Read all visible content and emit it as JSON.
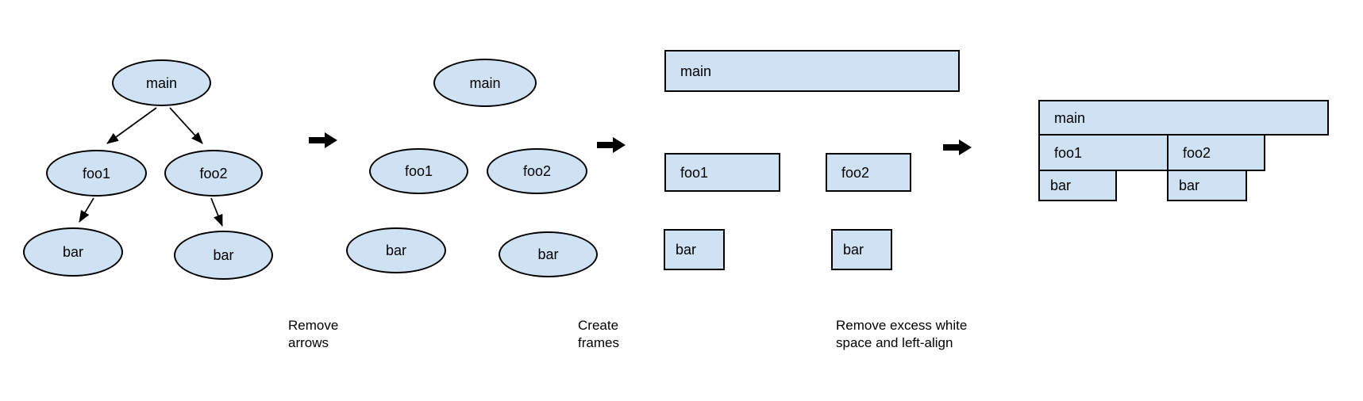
{
  "stages": [
    {
      "name": "call-tree-with-arrows",
      "node_shape": "ellipse",
      "nodes": [
        {
          "label": "main"
        },
        {
          "label": "foo1"
        },
        {
          "label": "foo2"
        },
        {
          "label": "bar"
        },
        {
          "label": "bar"
        }
      ],
      "edges": [
        "main-foo1",
        "main-foo2",
        "foo1-bar",
        "foo2-bar"
      ]
    },
    {
      "name": "call-tree-no-arrows",
      "node_shape": "ellipse",
      "nodes": [
        {
          "label": "main"
        },
        {
          "label": "foo1"
        },
        {
          "label": "foo2"
        },
        {
          "label": "bar"
        },
        {
          "label": "bar"
        }
      ]
    },
    {
      "name": "frames",
      "node_shape": "rect",
      "nodes": [
        {
          "label": "main"
        },
        {
          "label": "foo1"
        },
        {
          "label": "foo2"
        },
        {
          "label": "bar"
        },
        {
          "label": "bar"
        }
      ]
    },
    {
      "name": "flame-graph",
      "node_shape": "rect",
      "nodes": [
        {
          "label": "main"
        },
        {
          "label": "foo1"
        },
        {
          "label": "foo2"
        },
        {
          "label": "bar"
        },
        {
          "label": "bar"
        }
      ]
    }
  ],
  "transitions": [
    {
      "label": "Remove\narrows"
    },
    {
      "label": "Create\nframes"
    },
    {
      "label": "Remove excess white\nspace and left-align"
    }
  ],
  "colors": {
    "node_fill": "#cfe2f3",
    "node_border": "#000000",
    "arrow": "#000000",
    "text": "#000000",
    "background": "#ffffff"
  }
}
